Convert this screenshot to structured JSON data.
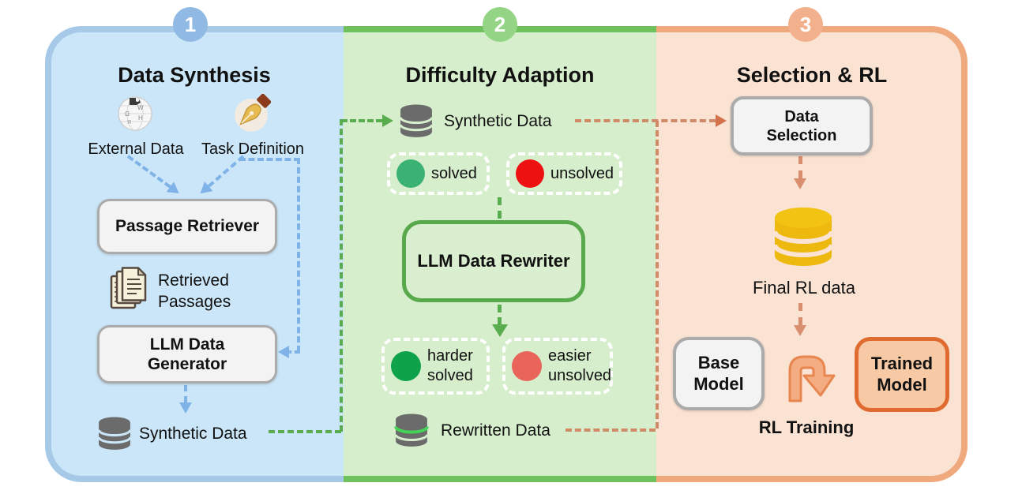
{
  "panel1": {
    "number": "1",
    "title": "Data Synthesis",
    "external_data_label": "External Data",
    "task_definition_label": "Task Definition",
    "passage_retriever_label": "Passage Retriever",
    "retrieved_passages_line1": "Retrieved",
    "retrieved_passages_line2": "Passages",
    "llm_generator_line1": "LLM Data",
    "llm_generator_line2": "Generator",
    "synthetic_data_label": "Synthetic Data"
  },
  "panel2": {
    "number": "2",
    "title": "Difficulty Adaption",
    "synthetic_data_label": "Synthetic Data",
    "solved_label": "solved",
    "unsolved_label": "unsolved",
    "rewriter_label": "LLM Data Rewriter",
    "harder_line1": "harder",
    "harder_line2": "solved",
    "easier_line1": "easier",
    "easier_line2": "unsolved",
    "rewritten_data_label": "Rewritten Data"
  },
  "panel3": {
    "number": "3",
    "title": "Selection & RL",
    "data_selection_line1": "Data",
    "data_selection_line2": "Selection",
    "final_rl_data_label": "Final RL data",
    "base_model_line1": "Base",
    "base_model_line2": "Model",
    "trained_model_line1": "Trained",
    "trained_model_line2": "Model",
    "rl_training_label": "RL Training"
  },
  "colors": {
    "panel1_fill": "#cbe6f8",
    "panel1_border": "#a7c9e8",
    "panel2_fill": "#d7eecd",
    "panel2_border": "#6ec15c",
    "panel3_fill": "#fbe3d4",
    "panel3_border": "#f0a87d",
    "blue_arrow": "#7fb3e8",
    "green_arrow": "#5aad4f",
    "orange_arrow": "#cf8a68",
    "solved_dot": "#3bb273",
    "unsolved_dot": "#ee1111",
    "harder_solved_dot": "#0ea24a",
    "easier_unsolved_dot": "#e9645a",
    "database_gray": "#6b6b6b",
    "database_yellow": "#eeb90e",
    "rewritten_stripe": "#44d455",
    "trained_model_border": "#e06b31",
    "trained_model_fill": "#f7c9a4"
  }
}
